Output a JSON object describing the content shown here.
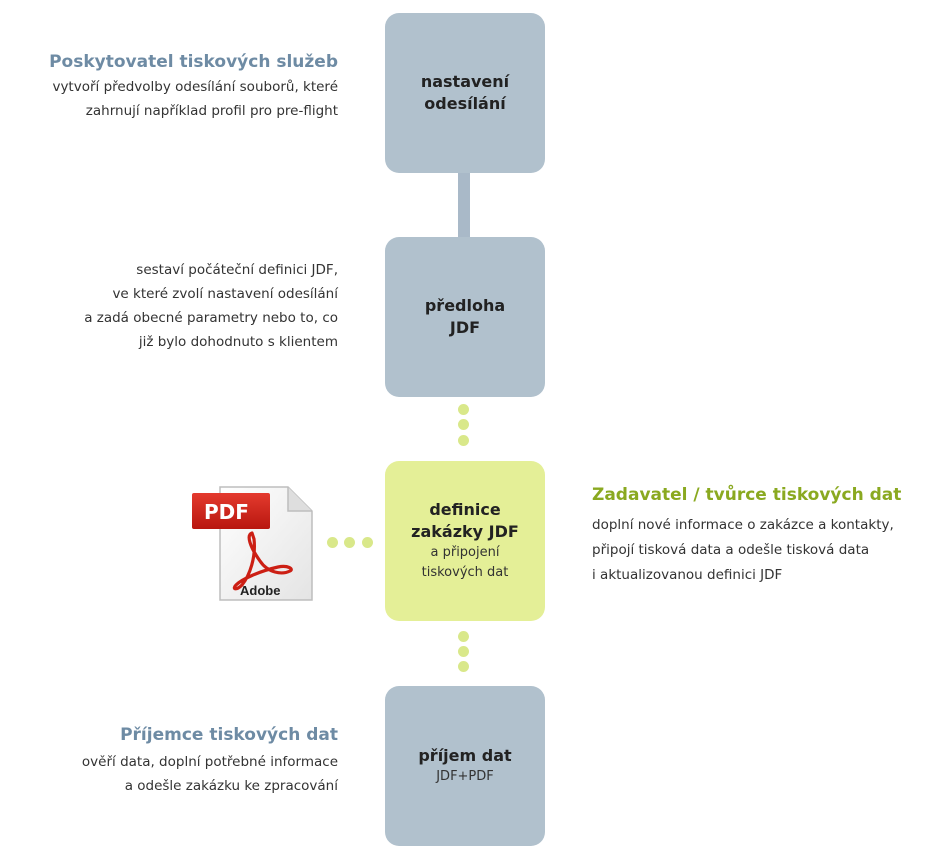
{
  "boxes": {
    "settings": {
      "title_line1": "nastavení",
      "title_line2": "odesílání"
    },
    "template": {
      "title_line1": "předloha",
      "title_line2": "JDF"
    },
    "job_definition": {
      "title_line1": "definice",
      "title_line2": "zakázky JDF",
      "sub_line1": "a připojení",
      "sub_line2": "tiskových dat"
    },
    "receive": {
      "title": "příjem dat",
      "sub": "JDF+PDF"
    }
  },
  "provider": {
    "heading": "Poskytovatel tiskových služeb",
    "lines": [
      "vytvoří předvolby odesílání souborů, které",
      "zahrnují například profil pro pre-flight"
    ]
  },
  "template_note": {
    "lines": [
      "sestaví počáteční definici JDF,",
      "ve které zvolí nastavení odesílání",
      "a zadá obecné parametry nebo to, co",
      "již bylo dohodnuto s klientem"
    ]
  },
  "creator": {
    "heading": "Zadavatel / tvůrce tiskových dat",
    "lines": [
      "doplní nové informace o zakázce a kontakty,",
      "připojí tisková data a odešle tisková data",
      "i aktualizovanou definici JDF"
    ]
  },
  "receiver": {
    "heading": "Příjemce tiskových dat",
    "lines": [
      "ověří data, doplní potřebné informace",
      "a odešle zakázku ke zpracování"
    ]
  },
  "pdf_icon": {
    "icon": "pdf-file-icon",
    "badge": "PDF",
    "brand": "Adobe"
  },
  "colors": {
    "box_gray": "#b1c1cd",
    "box_green": "#e4ef97",
    "heading_blue": "#6e8ba4",
    "heading_green": "#8aa920",
    "dots": "#d9e88a",
    "connector": "#a9b9c8"
  }
}
